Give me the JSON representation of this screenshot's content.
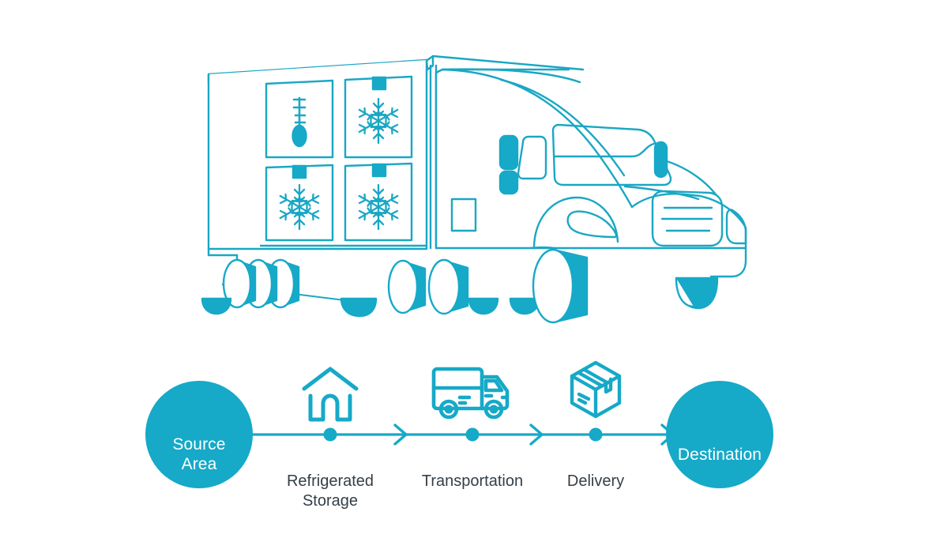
{
  "theme": {
    "brand_color": "#16a9c8",
    "line_color": "#1aa7c4",
    "text_color": "#333f48",
    "on_brand_text_color": "#ffffff",
    "background": "#ffffff"
  },
  "illustration": {
    "name": "refrigerated-delivery-truck",
    "description": "Line-art refrigerated semi truck with cold chain compartment icons",
    "compartments": [
      {
        "icon": "thermometer-icon",
        "label": ""
      },
      {
        "icon": "snowflake-icon",
        "label": ""
      },
      {
        "icon": "snowflake-icon",
        "label": ""
      },
      {
        "icon": "snowflake-icon",
        "label": ""
      }
    ]
  },
  "process_flow": {
    "start_node": {
      "label": "Source\nArea",
      "shape": "circle"
    },
    "end_node": {
      "label": "Destination",
      "shape": "circle"
    },
    "steps": [
      {
        "label": "Refrigerated\nStorage",
        "icon": "warehouse-home-icon"
      },
      {
        "label": "Transportation",
        "icon": "delivery-truck-icon"
      },
      {
        "label": "Delivery",
        "icon": "package-box-icon"
      }
    ],
    "connector": {
      "type": "arrow-line",
      "arrow_count": 3,
      "dot_count": 3
    }
  }
}
